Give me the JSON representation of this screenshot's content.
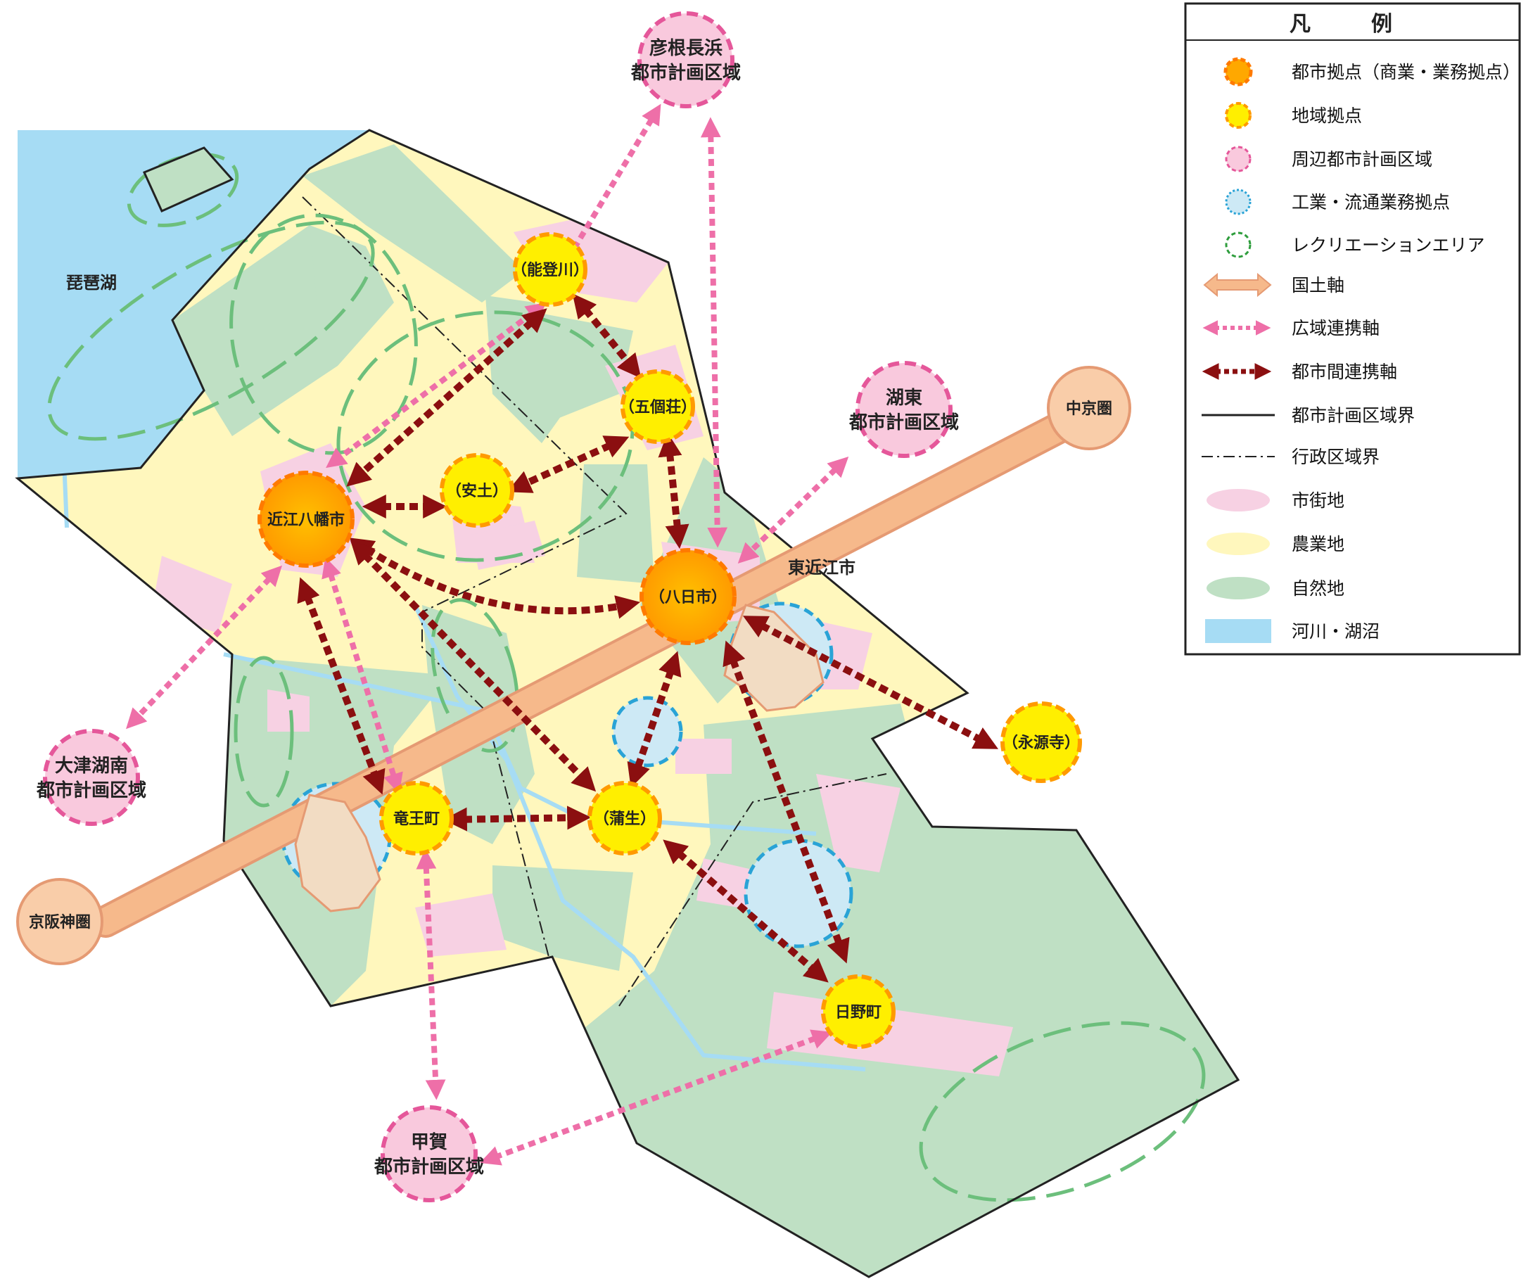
{
  "map": {
    "labels": {
      "lake": "琵琶湖",
      "higashiomi": "東近江市"
    },
    "nodes": {
      "omihachiman": "近江八幡市",
      "yokaichi": "（八日市）",
      "notogawa": "（能登川）",
      "gokasho": "（五個荘）",
      "azuchi": "（安土）",
      "ryuocho": "竜王町",
      "gamo": "（蒲生）",
      "hinocho": "日野町",
      "eigenji": "（永源寺）"
    },
    "areas": {
      "hikone_1": "彦根長浜",
      "hikone_2": "都市計画区域",
      "koto_1": "湖東",
      "koto_2": "都市計画区域",
      "otsu_1": "大津湖南",
      "otsu_2": "都市計画区域",
      "koka_1": "甲賀",
      "koka_2": "都市計画区域"
    },
    "endpoints": {
      "chukyo": "中京圏",
      "keihanshin": "京阪神圏"
    }
  },
  "legend": {
    "title": "凡　例",
    "items": [
      {
        "label": "都市拠点（商業・業務拠点）",
        "icon": "urban-hub-icon",
        "color": "#ffa800"
      },
      {
        "label": "地域拠点",
        "icon": "regional-hub-icon",
        "color": "#ffef00"
      },
      {
        "label": "周辺都市計画区域",
        "icon": "surrounding-area-icon",
        "color": "#f9c9dd"
      },
      {
        "label": "工業・流通業務拠点",
        "icon": "industrial-hub-icon",
        "color": "#cde9f5"
      },
      {
        "label": "レクリエーションエリア",
        "icon": "recreation-area-icon",
        "color": "#2e9d3c"
      },
      {
        "label": "国土軸",
        "icon": "national-axis-icon",
        "color": "#f6b98b"
      },
      {
        "label": "広域連携軸",
        "icon": "regional-link-icon",
        "color": "#ee6fa8"
      },
      {
        "label": "都市間連携軸",
        "icon": "intercity-link-icon",
        "color": "#8b0f10"
      },
      {
        "label": "都市計画区域界",
        "icon": "planning-boundary-icon",
        "color": "#222222"
      },
      {
        "label": "行政区域界",
        "icon": "admin-boundary-icon",
        "color": "#222222"
      },
      {
        "label": "市街地",
        "icon": "urban-area-icon",
        "color": "#f7d1e3"
      },
      {
        "label": "農業地",
        "icon": "farm-area-icon",
        "color": "#fff7bd"
      },
      {
        "label": "自然地",
        "icon": "nature-area-icon",
        "color": "#bfe0c4"
      },
      {
        "label": "河川・湖沼",
        "icon": "water-icon",
        "color": "#a6dcf4"
      }
    ]
  }
}
